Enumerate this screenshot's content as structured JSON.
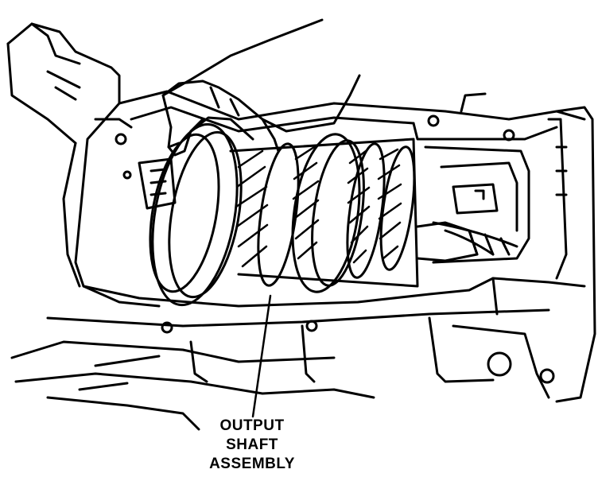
{
  "callout": {
    "lines": [
      "OUTPUT",
      "SHAFT",
      "ASSEMBLY"
    ]
  },
  "colors": {
    "ink": "#000000",
    "paper": "#ffffff"
  }
}
